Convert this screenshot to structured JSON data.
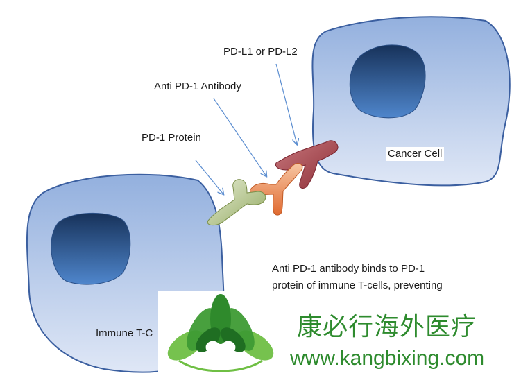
{
  "labels": {
    "pd_l1": "PD-L1 or PD-L2",
    "antibody": "Anti PD-1 Antibody",
    "pd1_protein": "PD-1 Protein",
    "cancer_cell": "Cancer Cell",
    "t_cell": "Immune T-C"
  },
  "caption": {
    "line1": "Anti PD-1 antibody binds to PD-1",
    "line2": "protein of immune T-cells, preventing"
  },
  "watermark": {
    "chinese": "康必行海外医疗",
    "url": "www.kangbixing.com"
  },
  "colors": {
    "cell_fill": "#b4c7e7",
    "cell_stroke": "#3b5fa0",
    "nucleus_dark": "#1f3e6e",
    "nucleus_light": "#4a7fc4",
    "pd1_protein": "#a9be7c",
    "antibody": "#e8895a",
    "pd_l1": "#a9404a",
    "arrow": "#5b8dd0",
    "brand_green": "#2e8b2e"
  }
}
